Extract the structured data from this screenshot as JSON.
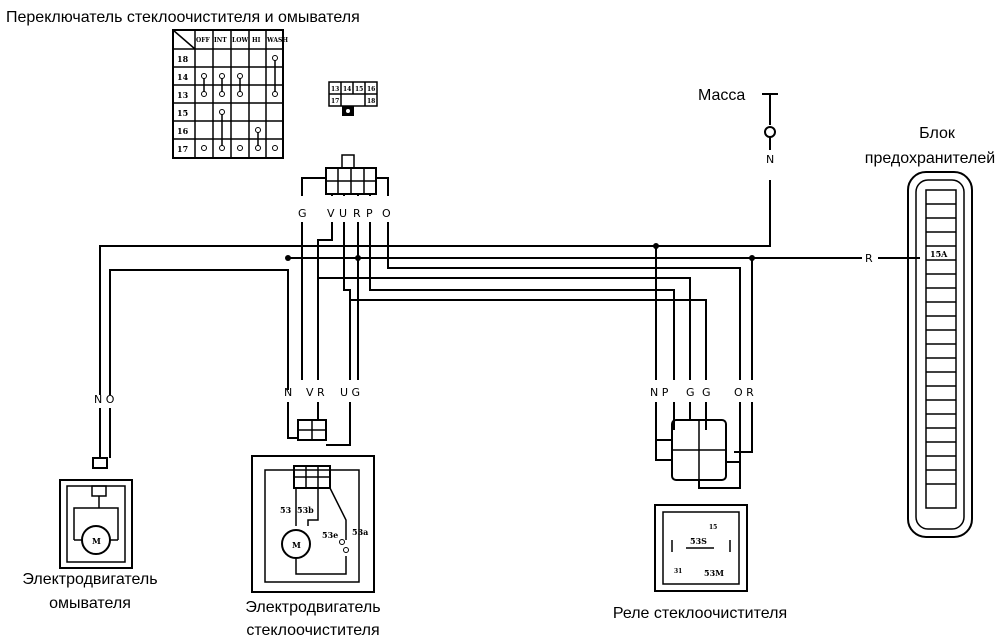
{
  "labels": {
    "switch_title": "Переключатель стеклоочистителя и омывателя",
    "ground": "Масса",
    "fuse_block_line1": "Блок",
    "fuse_block_line2": "предохранителей",
    "washer_motor_line1": "Электродвигатель",
    "washer_motor_line2": "омывателя",
    "wiper_motor_line1": "Электродвигатель",
    "wiper_motor_line2": "стеклоочистителя",
    "wiper_relay": "Реле стеклоочистителя"
  },
  "switch_table": {
    "columns": [
      "OFF",
      "INT",
      "LOW",
      "HI",
      "WASH"
    ],
    "rows": [
      "18",
      "14",
      "13",
      "15",
      "16",
      "17"
    ]
  },
  "connector_pins": [
    "13",
    "14",
    "15",
    "16",
    "17",
    "18"
  ],
  "switch_wires": {
    "g": "G",
    "v": "V",
    "u": "U",
    "r": "R",
    "p": "P",
    "o": "O"
  },
  "ground_wire": "N",
  "fuse_wire": "R",
  "fuse_rating": "15A",
  "washer_wire": "N O",
  "wiper_wires": {
    "n": "N",
    "vr": "V R",
    "ug": "U G"
  },
  "relay_wires": {
    "np": "N P",
    "g1": "G",
    "g2": "G",
    "or": "O R"
  },
  "wiper_terminals": {
    "t53": "53",
    "t53b": "53b",
    "t53e": "53e",
    "t53a": "53a",
    "m": "M"
  },
  "washer_motor_symbol": "M",
  "relay_terminals": {
    "t15": "15",
    "t53s": "53S",
    "t31": "31",
    "t53m": "53M"
  }
}
